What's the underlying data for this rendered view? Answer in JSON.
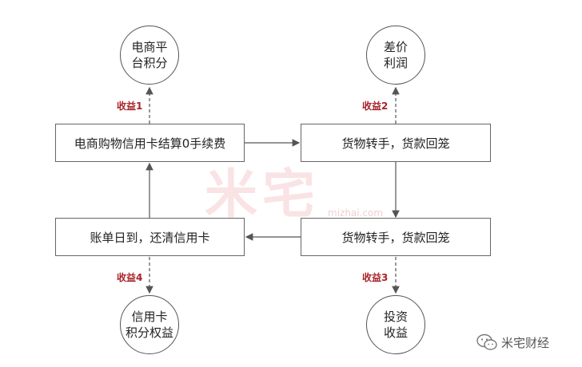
{
  "circles": {
    "top_left": "电商平\n台积分",
    "top_right": "差价\n利润",
    "bottom_left": "信用卡\n积分权益",
    "bottom_right": "投资\n收益"
  },
  "boxes": {
    "top_left": "电商购物信用卡结算0手续费",
    "top_right": "货物转手，货款回笼",
    "bottom_left": "账单日到，还清信用卡",
    "bottom_right": "货物转手，货款回笼"
  },
  "gains": {
    "g1": "收益1",
    "g2": "收益2",
    "g3": "收益3",
    "g4": "收益4"
  },
  "watermark": {
    "logo": "米宅",
    "url": "mizhai.com"
  },
  "brand": {
    "name": "米宅财经",
    "icon": "wechat-icon"
  },
  "colors": {
    "accent": "#a8232a",
    "line": "#555555"
  }
}
